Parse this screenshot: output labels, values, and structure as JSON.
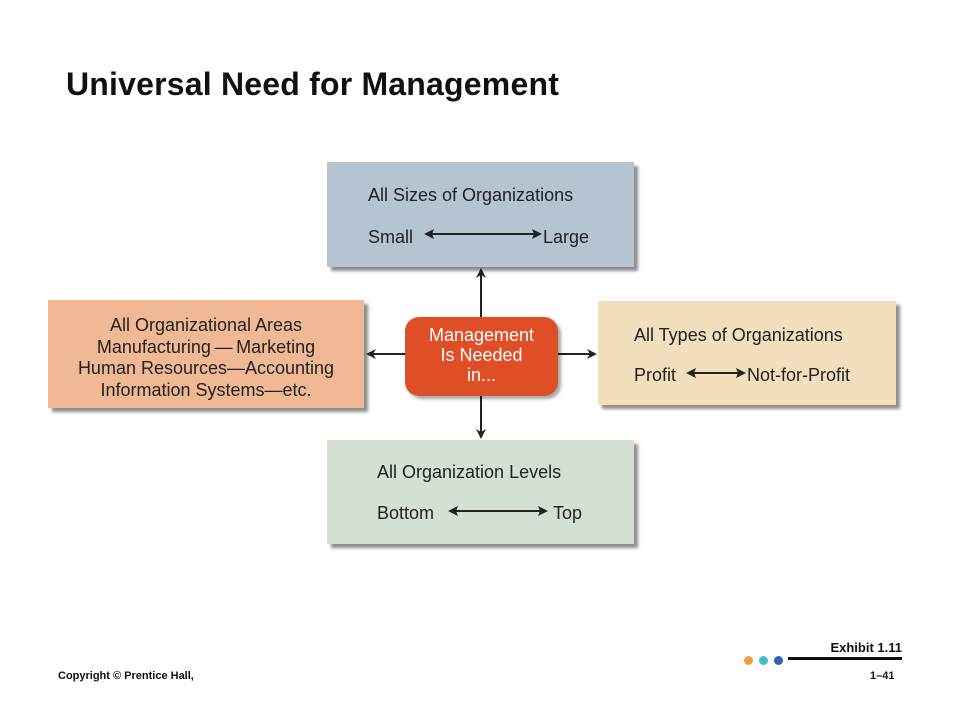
{
  "title": "Universal Need for Management",
  "center": {
    "lines": [
      "Management",
      "Is Needed",
      "in..."
    ]
  },
  "top_box": {
    "heading": "All Sizes of Organizations",
    "left_end": "Small",
    "right_end": "Large"
  },
  "right_box": {
    "heading": "All Types of Organizations",
    "left_end": "Profit",
    "right_end": "Not-for-Profit"
  },
  "bottom_box": {
    "heading": "All Organization Levels",
    "left_end": "Bottom",
    "right_end": "Top"
  },
  "left_box": {
    "lines": [
      "All Organizational Areas",
      "Manufacturing — Marketing",
      "Human Resources—Accounting",
      "Information Systems—etc."
    ]
  },
  "footer": {
    "exhibit": "Exhibit 1.11",
    "copyright": "Copyright © Prentice Hall,",
    "page": "1–41"
  },
  "colors": {
    "center": "#e04e27",
    "top": "#b5c4d0",
    "bottom": "#d3e1d4",
    "left": "#f0b994",
    "right": "#f1dfbe",
    "dots": [
      "#f0a040",
      "#3fbfc8",
      "#2f5fb0"
    ]
  }
}
